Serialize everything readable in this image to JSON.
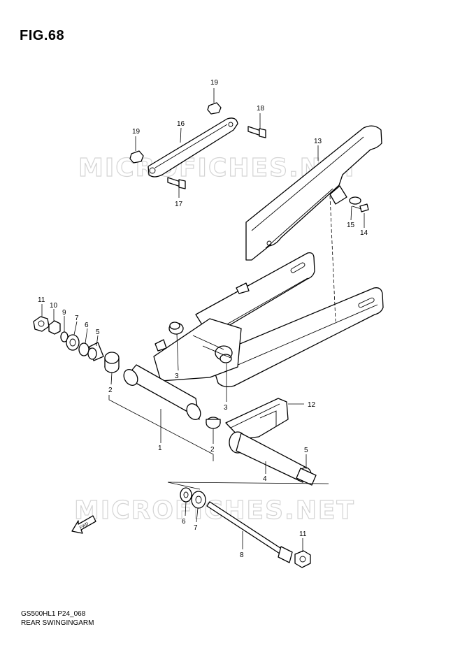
{
  "figure": {
    "title": "FIG.68"
  },
  "footer": {
    "model_code": "GS500HL1 P24_068",
    "section_name": "REAR SWINGINGARM"
  },
  "watermarks": [
    "MICROFICHES.NET",
    "MICROFICHES.NET"
  ],
  "callouts": [
    {
      "id": "c19a",
      "label": "19"
    },
    {
      "id": "c18",
      "label": "18"
    },
    {
      "id": "c19b",
      "label": "19"
    },
    {
      "id": "c16",
      "label": "16"
    },
    {
      "id": "c17",
      "label": "17"
    },
    {
      "id": "c13",
      "label": "13"
    },
    {
      "id": "c15",
      "label": "15"
    },
    {
      "id": "c14",
      "label": "14"
    },
    {
      "id": "c11a",
      "label": "11"
    },
    {
      "id": "c10",
      "label": "10"
    },
    {
      "id": "c9",
      "label": "9"
    },
    {
      "id": "c7a",
      "label": "7"
    },
    {
      "id": "c6a",
      "label": "6"
    },
    {
      "id": "c5a",
      "label": "5"
    },
    {
      "id": "c2a",
      "label": "2"
    },
    {
      "id": "c3a",
      "label": "3"
    },
    {
      "id": "c3b",
      "label": "3"
    },
    {
      "id": "c1",
      "label": "1"
    },
    {
      "id": "c2b",
      "label": "2"
    },
    {
      "id": "c12",
      "label": "12"
    },
    {
      "id": "c5b",
      "label": "5"
    },
    {
      "id": "c4",
      "label": "4"
    },
    {
      "id": "c6b",
      "label": "6"
    },
    {
      "id": "c7b",
      "label": "7"
    },
    {
      "id": "c8",
      "label": "8"
    },
    {
      "id": "c11b",
      "label": "11"
    }
  ],
  "direction_marker": {
    "label": "FWD",
    "icon": "forward-arrow-icon"
  }
}
